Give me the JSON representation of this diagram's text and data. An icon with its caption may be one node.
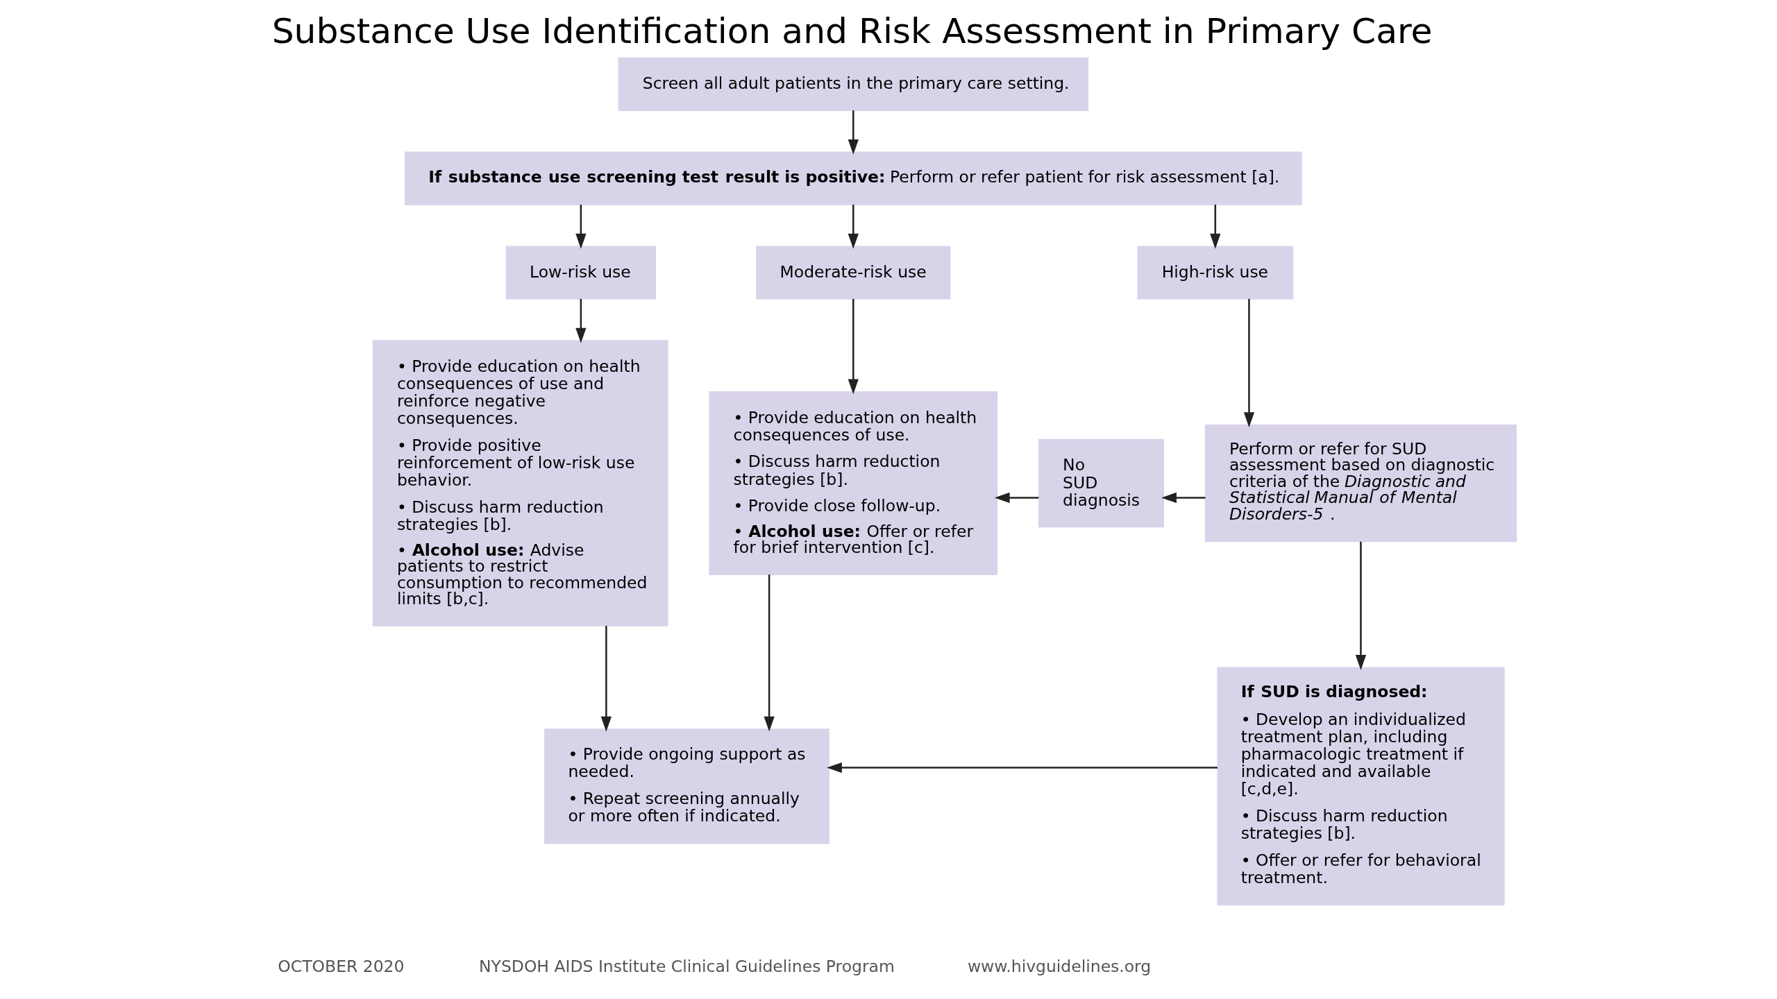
{
  "diagram": {
    "title": "Substance Use Identification and Risk Assessment in Primary Care",
    "nodes": [
      {
        "text": [
          "Screen all adult patients in the primary care setting."
        ]
      },
      {
        "text": [
          "**If substance use screening test result is positive:** Perform or refer patient for risk assessment [a]."
        ]
      },
      {
        "text": [
          "Low-risk use"
        ]
      },
      {
        "text": [
          "Moderate-risk use"
        ]
      },
      {
        "text": [
          "High-risk use"
        ]
      },
      {
        "text": [
          "• Provide education on health consequences of use and reinforce negative consequences.",
          "• Provide positive reinforcement of low-risk use behavior.",
          "• Discuss harm reduction strategies [b].",
          "• **Alcohol use:** Advise patients to restrict consumption to recommended limits [b,c]."
        ]
      },
      {
        "text": [
          "• Provide education on health consequences of use.",
          "• Discuss harm reduction strategies [b].",
          "• Provide close follow-up.",
          "• **Alcohol use:** Offer or refer for brief intervention [c]."
        ]
      },
      {
        "text": [
          "No SUD diagnosis"
        ]
      },
      {
        "text": [
          "Perform or refer for SUD assessment based on diagnostic criteria of the *Diagnostic and Statistical Manual of Mental Disorders-5*."
        ]
      },
      {
        "text": [
          "**If SUD is diagnosed:**",
          "• Develop an individualized treatment plan, including pharmacologic treatment if indicated and available [c,d,e].",
          "• Discuss harm reduction strategies [b].",
          "• Offer or refer for behavioral treatment."
        ]
      },
      {
        "text": [
          "• Provide ongoing support as needed.",
          "• Repeat screening annually or more often if indicated."
        ]
      }
    ],
    "edges": [
      {
        "from": 0,
        "to": 1,
        "arrow": "to"
      },
      {
        "from": 1,
        "to": 2,
        "arrow": "to"
      },
      {
        "from": 1,
        "to": 3,
        "arrow": "to"
      },
      {
        "from": 1,
        "to": 4,
        "arrow": "to"
      },
      {
        "from": 2,
        "to": 5,
        "arrow": "to"
      },
      {
        "from": 3,
        "to": 6,
        "arrow": "to"
      },
      {
        "from": 4,
        "to": 8,
        "arrow": "to"
      },
      {
        "from": 8,
        "to": 7,
        "arrow": "to"
      },
      {
        "from": 7,
        "to": 6,
        "arrow": "to"
      },
      {
        "from": 8,
        "to": 9,
        "arrow": "to"
      },
      {
        "from": 6,
        "to": 10,
        "arrow": "to"
      },
      {
        "from": 5,
        "to": 10,
        "arrow": "to"
      },
      {
        "from": 9,
        "to": 10,
        "arrow": "to"
      }
    ],
    "labels": [
      "OCTOBER 2020",
      "NYSDOH AIDS Institute Clinical Guidelines Program",
      "www.hivguidelines.org"
    ]
  }
}
